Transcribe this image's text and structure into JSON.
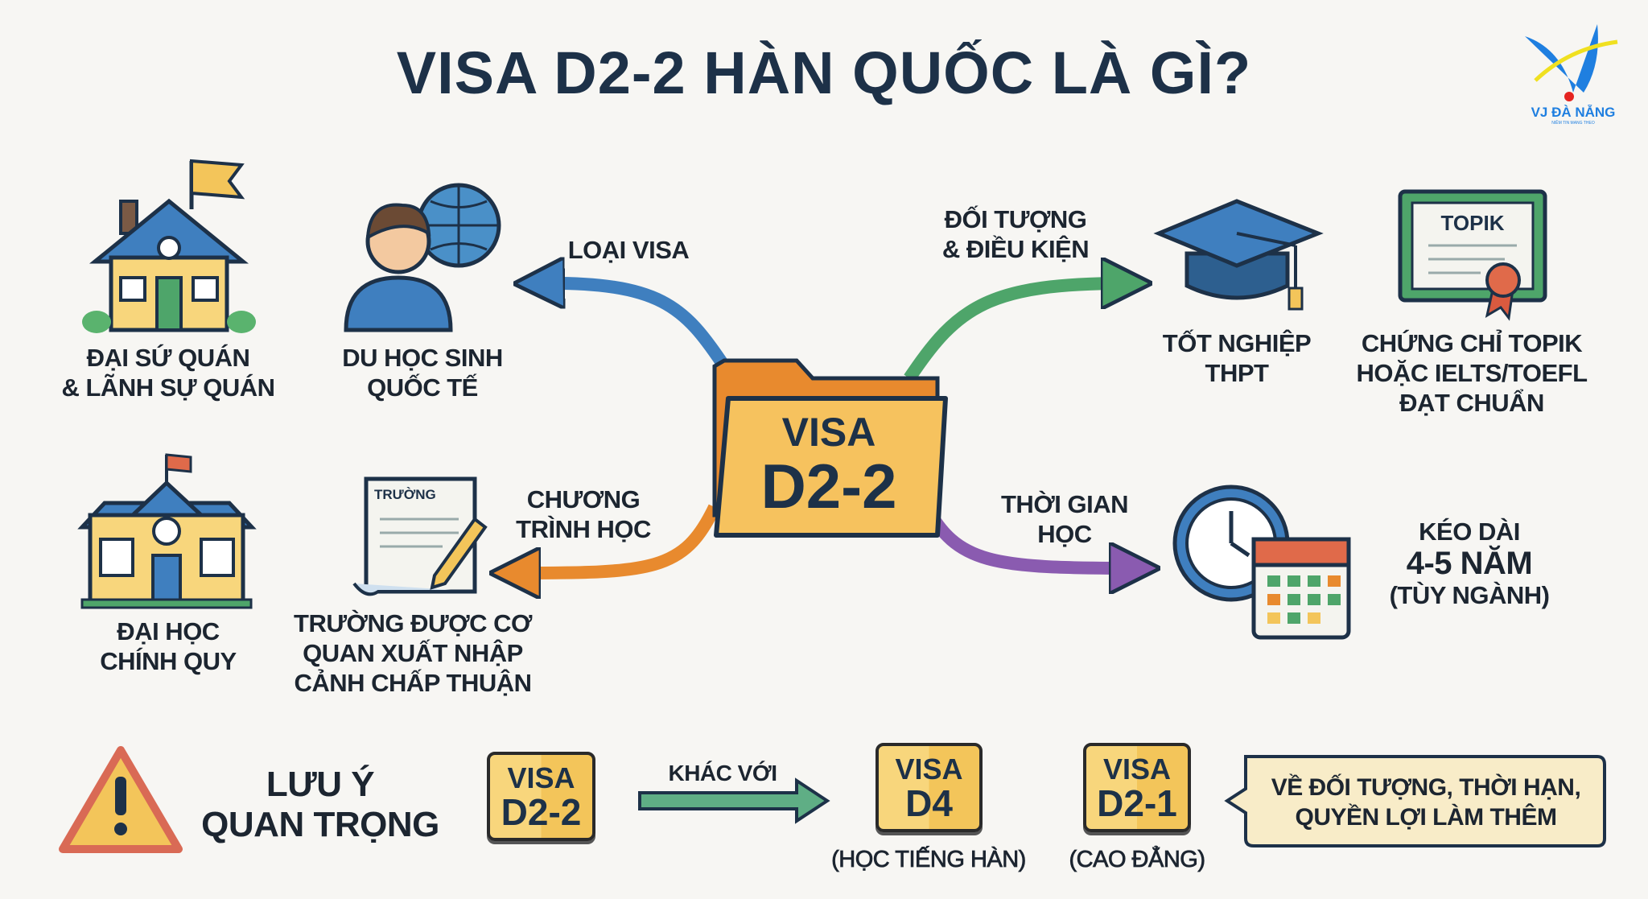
{
  "title": "VISA D2-2 HÀN QUỐC LÀ GÌ?",
  "logo": {
    "name": "VJ ĐÀ NẴNG",
    "tagline": "NIỀM TIN MANG THEO"
  },
  "center": {
    "line1": "VISA",
    "line2": "D2-2"
  },
  "branches": {
    "visa_type": {
      "label": "LOẠI VISA",
      "color": "#3f7fbf",
      "items": [
        {
          "label": [
            "ĐẠI SỨ QUÁN",
            "& LÃNH SỰ QUÁN"
          ],
          "icon": "embassy-house-icon"
        },
        {
          "label": [
            "DU HỌC SINH",
            "QUỐC TẾ"
          ],
          "icon": "student-globe-icon"
        }
      ]
    },
    "eligibility": {
      "label": [
        "ĐỐI TƯỢNG",
        "& ĐIỀU KIỆN"
      ],
      "color": "#4ea56a",
      "items": [
        {
          "label": [
            "TỐT NGHIỆP",
            "THPT"
          ],
          "icon": "graduation-cap-icon"
        },
        {
          "label": [
            "CHỨNG CHỈ TOPIK",
            "HOẶC IELTS/TOEFL",
            "ĐẠT CHUẨN"
          ],
          "icon": "certificate-icon",
          "icon_text": "TOPIK"
        }
      ]
    },
    "program": {
      "label": [
        "CHƯƠNG",
        "TRÌNH HỌC"
      ],
      "color": "#e88a2e",
      "items": [
        {
          "label": [
            "ĐẠI HỌC",
            "CHÍNH QUY"
          ],
          "icon": "university-icon"
        },
        {
          "label": [
            "TRƯỜNG ĐƯỢC CƠ",
            "QUAN XUẤT NHẬP",
            "CẢNH CHẤP THUẬN"
          ],
          "icon": "document-pen-icon",
          "icon_text": "TRƯỜNG"
        }
      ]
    },
    "duration": {
      "label": [
        "THỜI GIAN",
        "HỌC"
      ],
      "color": "#8a5bb0",
      "items": [
        {
          "label": [
            "KÉO DÀI",
            "4-5 NĂM",
            "(TÙY NGÀNH)"
          ],
          "icon": "clock-calendar-icon"
        }
      ]
    }
  },
  "note": {
    "heading": [
      "LƯU Ý",
      "QUAN TRỌNG"
    ],
    "visa_main": [
      "VISA",
      "D2-2"
    ],
    "differs": "KHÁC VỚI",
    "visa_d4": [
      "VISA",
      "D4"
    ],
    "visa_d4_caption": "(HỌC TIẾNG HÀN)",
    "visa_d21": [
      "VISA",
      "D2-1"
    ],
    "visa_d21_caption": "(CAO ĐẲNG)",
    "bubble": [
      "VỀ ĐỐI TƯỢNG, THỜI HẠN,",
      "QUYỀN LỢI LÀM THÊM"
    ]
  }
}
